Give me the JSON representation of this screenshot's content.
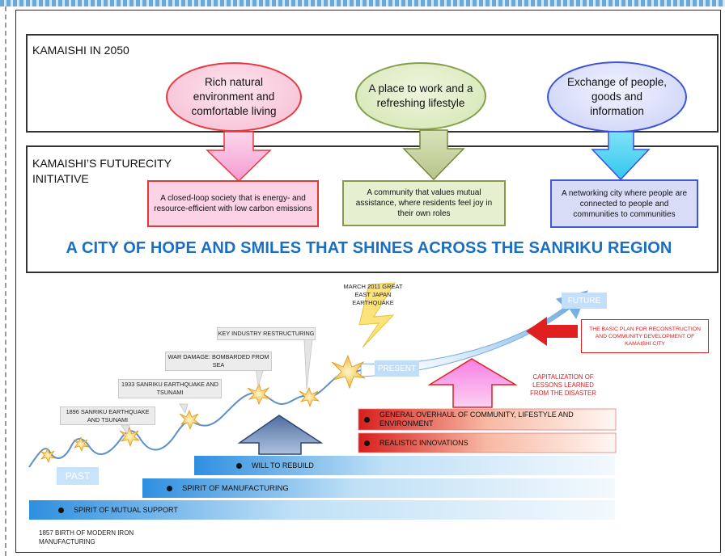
{
  "section_2050": {
    "label": "KAMAISHI IN 2050"
  },
  "section_initiative": {
    "label_line1": "KAMAISHI’S FUTURECITY",
    "label_line2": "INITIATIVE"
  },
  "visions": [
    {
      "text": "Rich natural environment and comfortable living",
      "color": "#e8383d"
    },
    {
      "text": "A place to work and a refreshing lifestyle",
      "color": "#86a04a"
    },
    {
      "text": "Exchange of people, goods and information",
      "color": "#3a52d8"
    }
  ],
  "goals": [
    {
      "text": "A closed-loop society that is energy- and resource-efficient with low carbon emissions"
    },
    {
      "text": "A community that values mutual assistance, where residents feel joy in their own roles"
    },
    {
      "text": "A networking city where people are connected to people and communities to communities"
    }
  ],
  "headline": "A CITY OF HOPE AND SMILES THAT SHINES ACROSS THE SANRIKU REGION",
  "timeline": {
    "past_label": "PAST",
    "present_label": "PRESENT",
    "future_label": "FUTURE",
    "events": [
      {
        "text": "1896 SANRIKU EARTHQUAKE AND TSUNAMI"
      },
      {
        "text": "1933 SANRIKU EARTHQUAKE AND TSUNAMI"
      },
      {
        "text": "WAR DAMAGE: BOMBARDED FROM SEA"
      },
      {
        "text": "KEY INDUSTRY RESTRUCTURING"
      },
      {
        "text": "MARCH 2011 GREAT EAST JAPAN EARTHQUAKE"
      }
    ],
    "basic_plan": "THE BASIC PLAN FOR RECONSTRUCTION AND COMMUNITY DEVELOPMENT OF KAMAISHI CITY",
    "capitalization": "CAPITALIZATION OF LESSONS LEARNED FROM THE DISASTER",
    "overhaul": "GENERAL OVERHAUL OF COMMUNITY, LIFESTYLE AND ENVIRONMENT",
    "innovations": "REALISTIC INNOVATIONS",
    "will_to_rebuild": "WILL TO REBUILD",
    "manufacturing": "SPIRIT OF MANUFACTURING",
    "mutual_support": "SPIRIT OF MUTUAL SUPPORT",
    "birth": "1857  BIRTH OF MODERN IRON MANUFACTURING"
  },
  "colors": {
    "headline": "#1a6fc2",
    "accent_red": "#e02020",
    "timeline_blue": "#2f8fe0"
  }
}
